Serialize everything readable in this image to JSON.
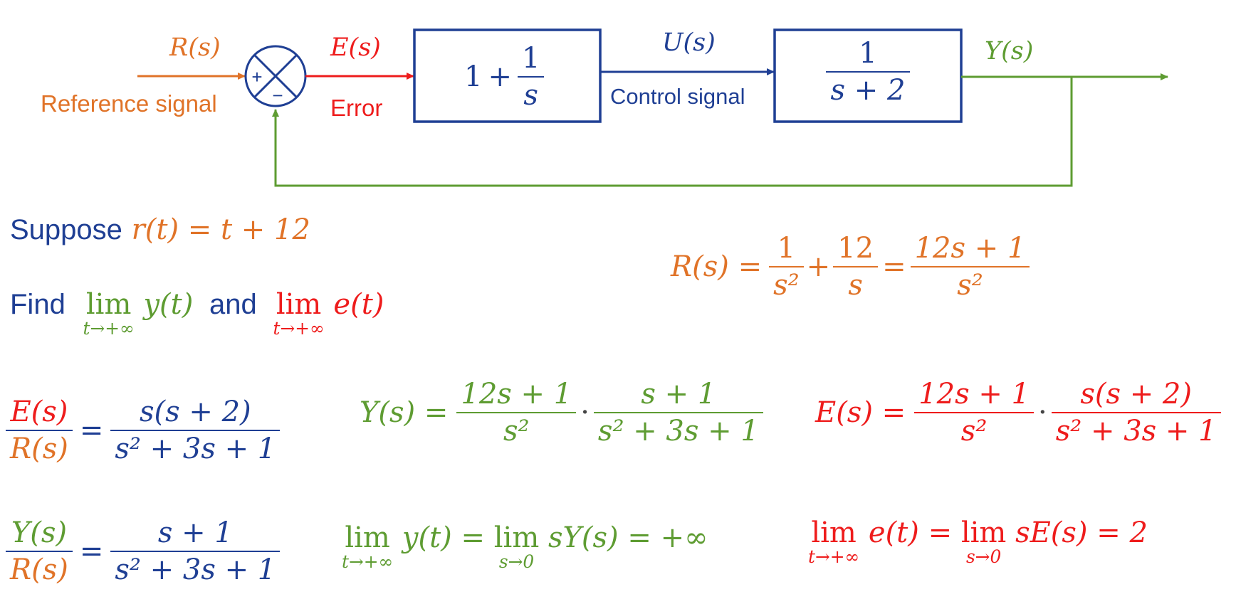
{
  "colors": {
    "orange": "#E07328",
    "red": "#EE1C1C",
    "green": "#5E9C32",
    "blue": "#1F3F94"
  },
  "diagram": {
    "input_signal": "R(s)",
    "input_caption": "Reference signal",
    "summing_plus": "+",
    "summing_minus": "−",
    "error_signal": "E(s)",
    "error_caption": "Error",
    "controller": {
      "whole": "1",
      "plus": "+",
      "num": "1",
      "den": "s"
    },
    "control_signal": "U(s)",
    "control_caption": "Control signal",
    "plant": {
      "num": "1",
      "den": "s + 2"
    },
    "output_signal": "Y(s)"
  },
  "problem": {
    "suppose_word": "Suppose",
    "r_def": "r(t) = t + 12",
    "find_word": "Find",
    "lim_word": "lim",
    "lim_sub_t": "t→+∞",
    "lim_sub_s": "s→0",
    "y_of_t": "y(t)",
    "and_word": "and",
    "e_of_t": "e(t)"
  },
  "equations": {
    "R_lhs": "R(s) =",
    "R_f1": {
      "num": "1",
      "den": "s²"
    },
    "R_plus": "+",
    "R_f2": {
      "num": "12",
      "den": "s"
    },
    "R_eq": "=",
    "R_f3": {
      "num": "12s + 1",
      "den": "s²"
    },
    "ER_num": "E(s)",
    "ER_den": "R(s)",
    "ER_eq": "=",
    "ER_rhs": {
      "num": "s(s + 2)",
      "den": "s² + 3s + 1"
    },
    "YR_num": "Y(s)",
    "YR_den": "R(s)",
    "YR_eq": "=",
    "YR_rhs": {
      "num": "s + 1",
      "den": "s² + 3s + 1"
    },
    "Y_lhs": "Y(s) =",
    "Y_f1": {
      "num": "12s + 1",
      "den": "s²"
    },
    "Y_dot": "·",
    "Y_f2": {
      "num": "s + 1",
      "den": "s² + 3s + 1"
    },
    "E_lhs": "E(s) =",
    "E_f1": {
      "num": "12s + 1",
      "den": "s²"
    },
    "E_dot": "·",
    "E_f2": {
      "num": "s(s + 2)",
      "den": "s² + 3s + 1"
    },
    "limY_mid": "= ",
    "limY_rest": "sY(s) = +∞",
    "limE_mid": "= ",
    "limE_rest": "sE(s) = 2"
  }
}
